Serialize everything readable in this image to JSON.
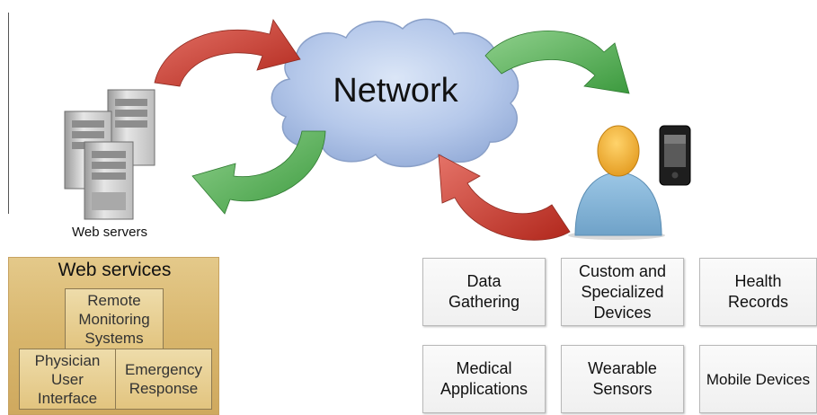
{
  "network": {
    "label": "Network"
  },
  "servers": {
    "caption": "Web servers"
  },
  "web_services": {
    "title": "Web services",
    "items": [
      "Remote\nMonitoring\nSystems",
      "Physician\nUser\nInterface",
      "Emergency\nResponse"
    ]
  },
  "capabilities": [
    "Data\nGathering",
    "Custom and\nSpecialized\nDevices",
    "Health\nRecords",
    "Medical\nApplications",
    "Wearable\nSensors",
    "Mobile Devices"
  ],
  "colors": {
    "arrow_red": "#c0392b",
    "arrow_green": "#4caf50",
    "cloud": "#b9cbe9",
    "web_services_panel": "#d9b46c",
    "capability_box": "#f4f4f4"
  },
  "icons": [
    "server-icon",
    "user-icon",
    "smartphone-icon",
    "cloud-icon"
  ]
}
